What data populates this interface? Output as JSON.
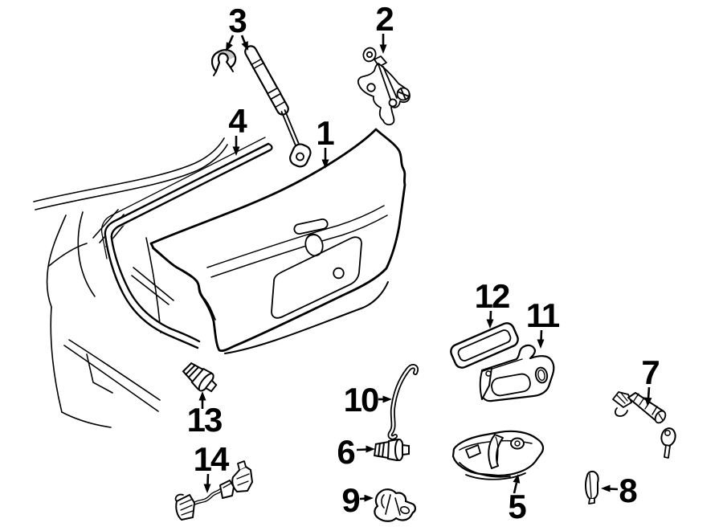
{
  "figure": {
    "background_color": "#ffffff",
    "line_color": "#000000",
    "shade_color": "#c9c9c9"
  },
  "callouts": [
    {
      "label": "1"
    },
    {
      "label": "2"
    },
    {
      "label": "3"
    },
    {
      "label": "4"
    },
    {
      "label": "5"
    },
    {
      "label": "6"
    },
    {
      "label": "7"
    },
    {
      "label": "8"
    },
    {
      "label": "9"
    },
    {
      "label": "10"
    },
    {
      "label": "11"
    },
    {
      "label": "12"
    },
    {
      "label": "13"
    },
    {
      "label": "14"
    }
  ]
}
